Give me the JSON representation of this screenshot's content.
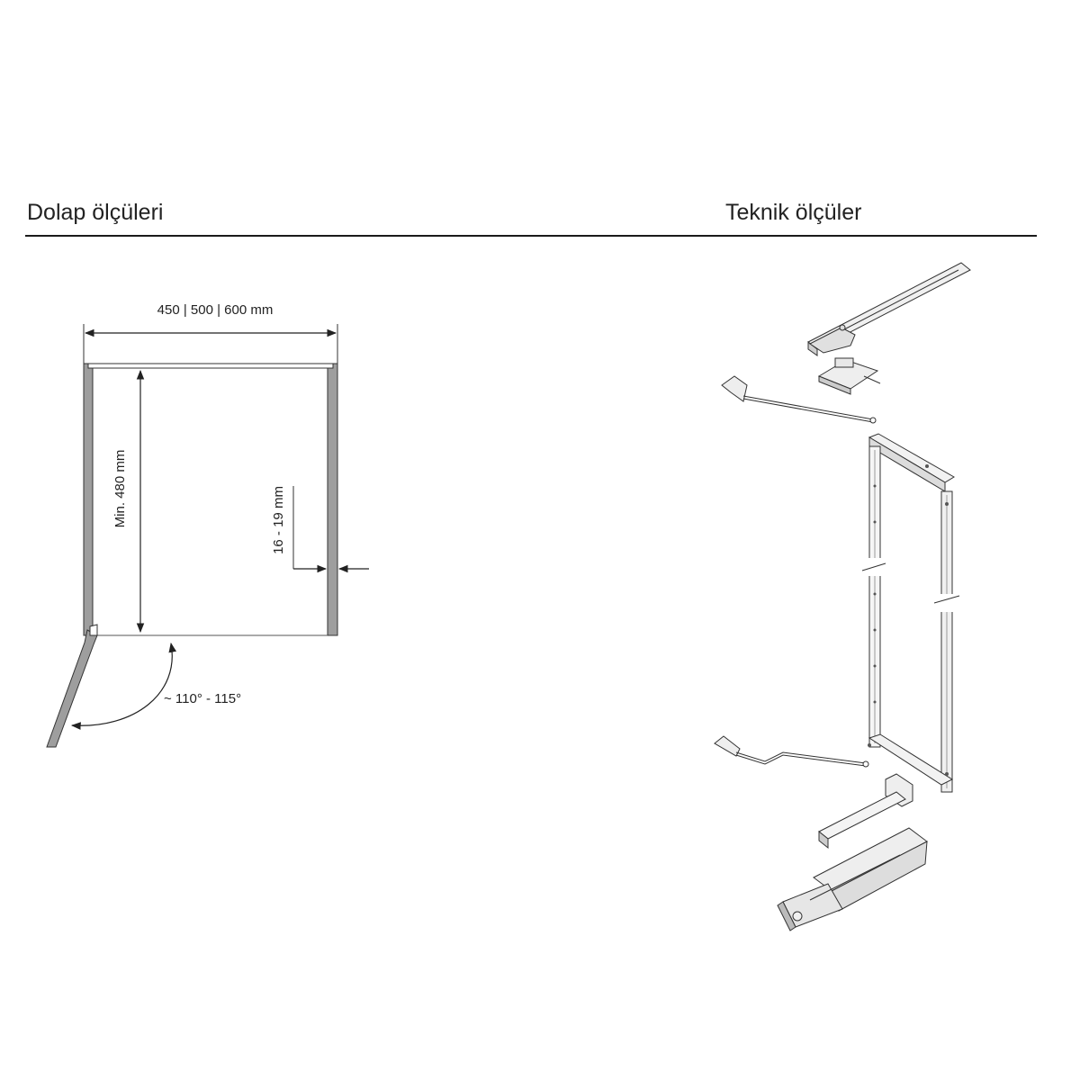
{
  "headings": {
    "cabinet_dimensions": "Dolap ölçüleri",
    "technical_dimensions": "Teknik ölçüler"
  },
  "cabinet_diagram": {
    "width_label": "450 | 500 | 600 mm",
    "height_label": "Min. 480 mm",
    "thickness_label": "16 - 19 mm",
    "angle_label": "~ 110° - 115°"
  },
  "colors": {
    "panel_fill": "#9e9e9e",
    "line": "#333333",
    "frame_fill": "#e6e6e6"
  }
}
